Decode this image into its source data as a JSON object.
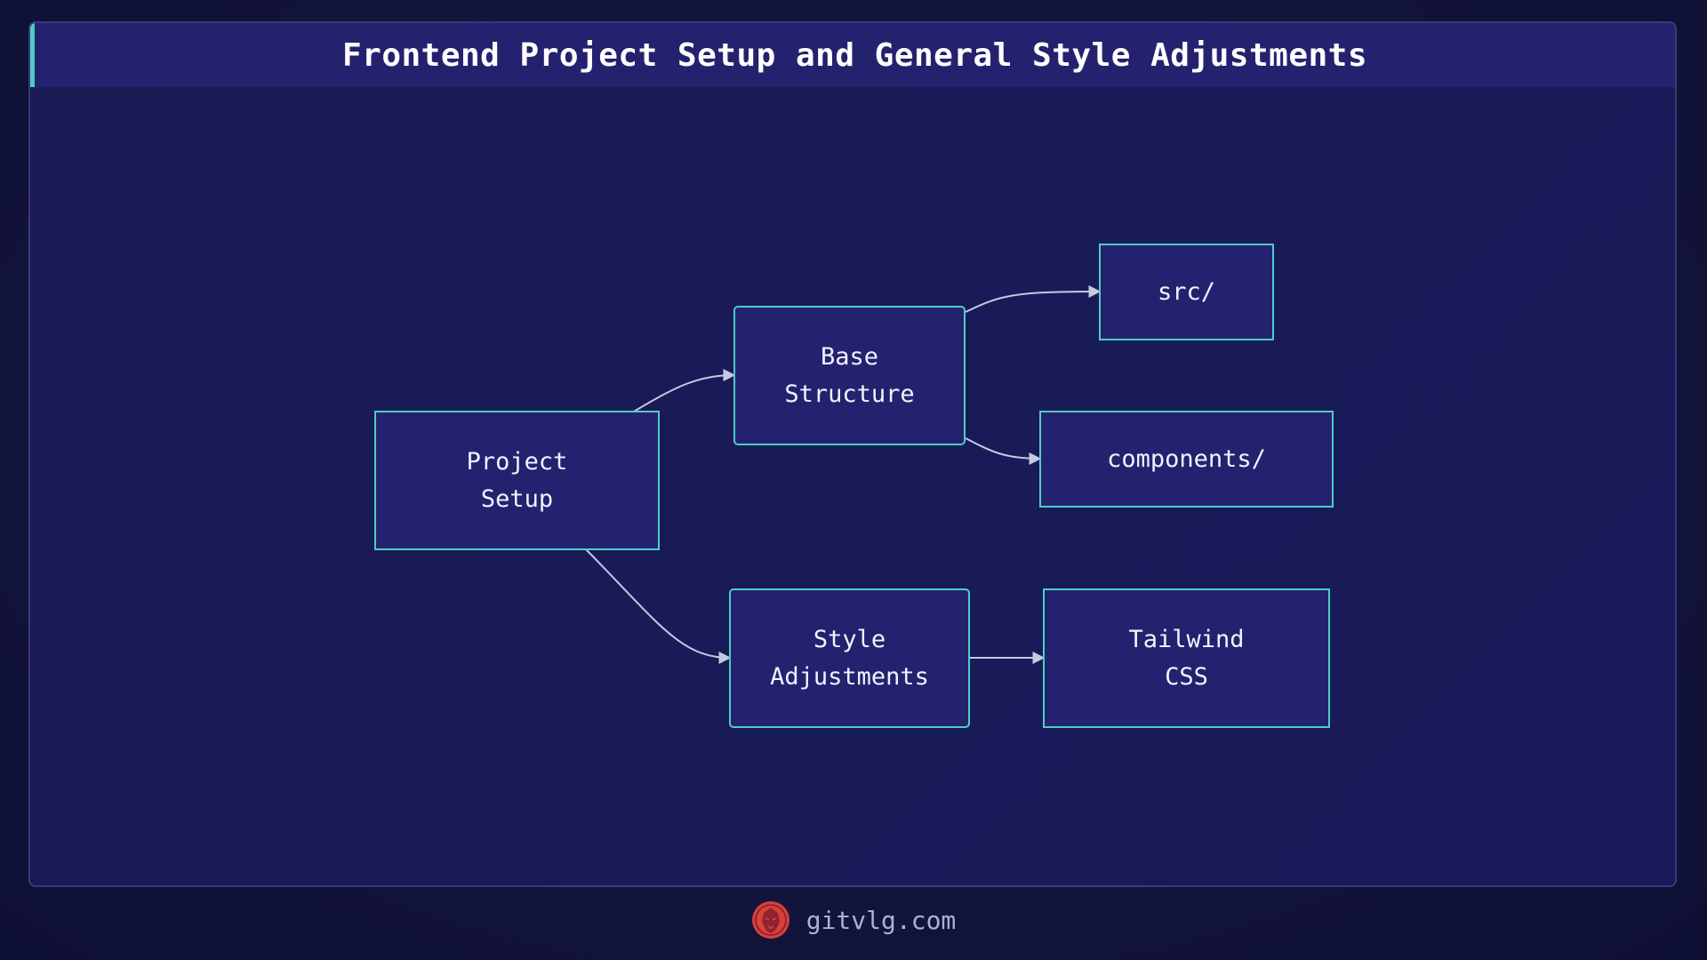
{
  "header": {
    "title": "Frontend Project Setup and General Style Adjustments"
  },
  "colors": {
    "background": "#12133a",
    "panel": "#1b1b55",
    "header": "#24226f",
    "accent": "#4ecdc4",
    "node_fill": "#24226f",
    "node_border": "#4ecdc4",
    "edge": "#c8c8e0",
    "logo": "#d9403a"
  },
  "nodes": [
    {
      "id": "project-setup",
      "label": "Project\nSetup"
    },
    {
      "id": "base-structure",
      "label": "Base\nStructure"
    },
    {
      "id": "src",
      "label": "src/"
    },
    {
      "id": "components",
      "label": "components/"
    },
    {
      "id": "style-adjustments",
      "label": "Style\nAdjustments"
    },
    {
      "id": "tailwind-css",
      "label": "Tailwind\nCSS"
    }
  ],
  "edges": [
    {
      "from": "project-setup",
      "to": "base-structure"
    },
    {
      "from": "project-setup",
      "to": "style-adjustments"
    },
    {
      "from": "base-structure",
      "to": "src"
    },
    {
      "from": "base-structure",
      "to": "components"
    },
    {
      "from": "style-adjustments",
      "to": "tailwind-css"
    }
  ],
  "footer": {
    "logo_icon": "lion-head-icon",
    "brand": "gitvlg.com"
  }
}
